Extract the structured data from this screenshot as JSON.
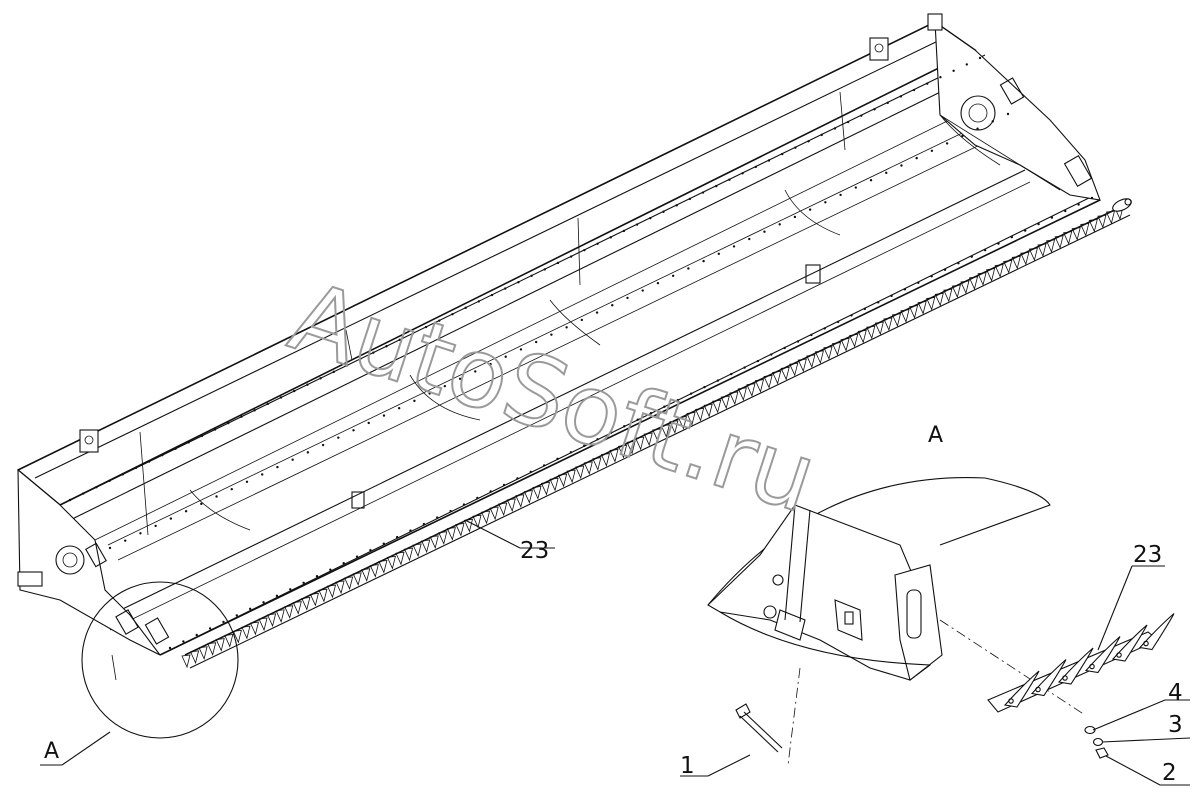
{
  "watermark": "AutoSoft.ru",
  "view_label": "A",
  "callouts": {
    "part_1": "1",
    "part_2": "2",
    "part_3": "3",
    "part_4": "4",
    "part_23_main": "23",
    "part_23_detail": "23"
  },
  "detail_marker": "A"
}
